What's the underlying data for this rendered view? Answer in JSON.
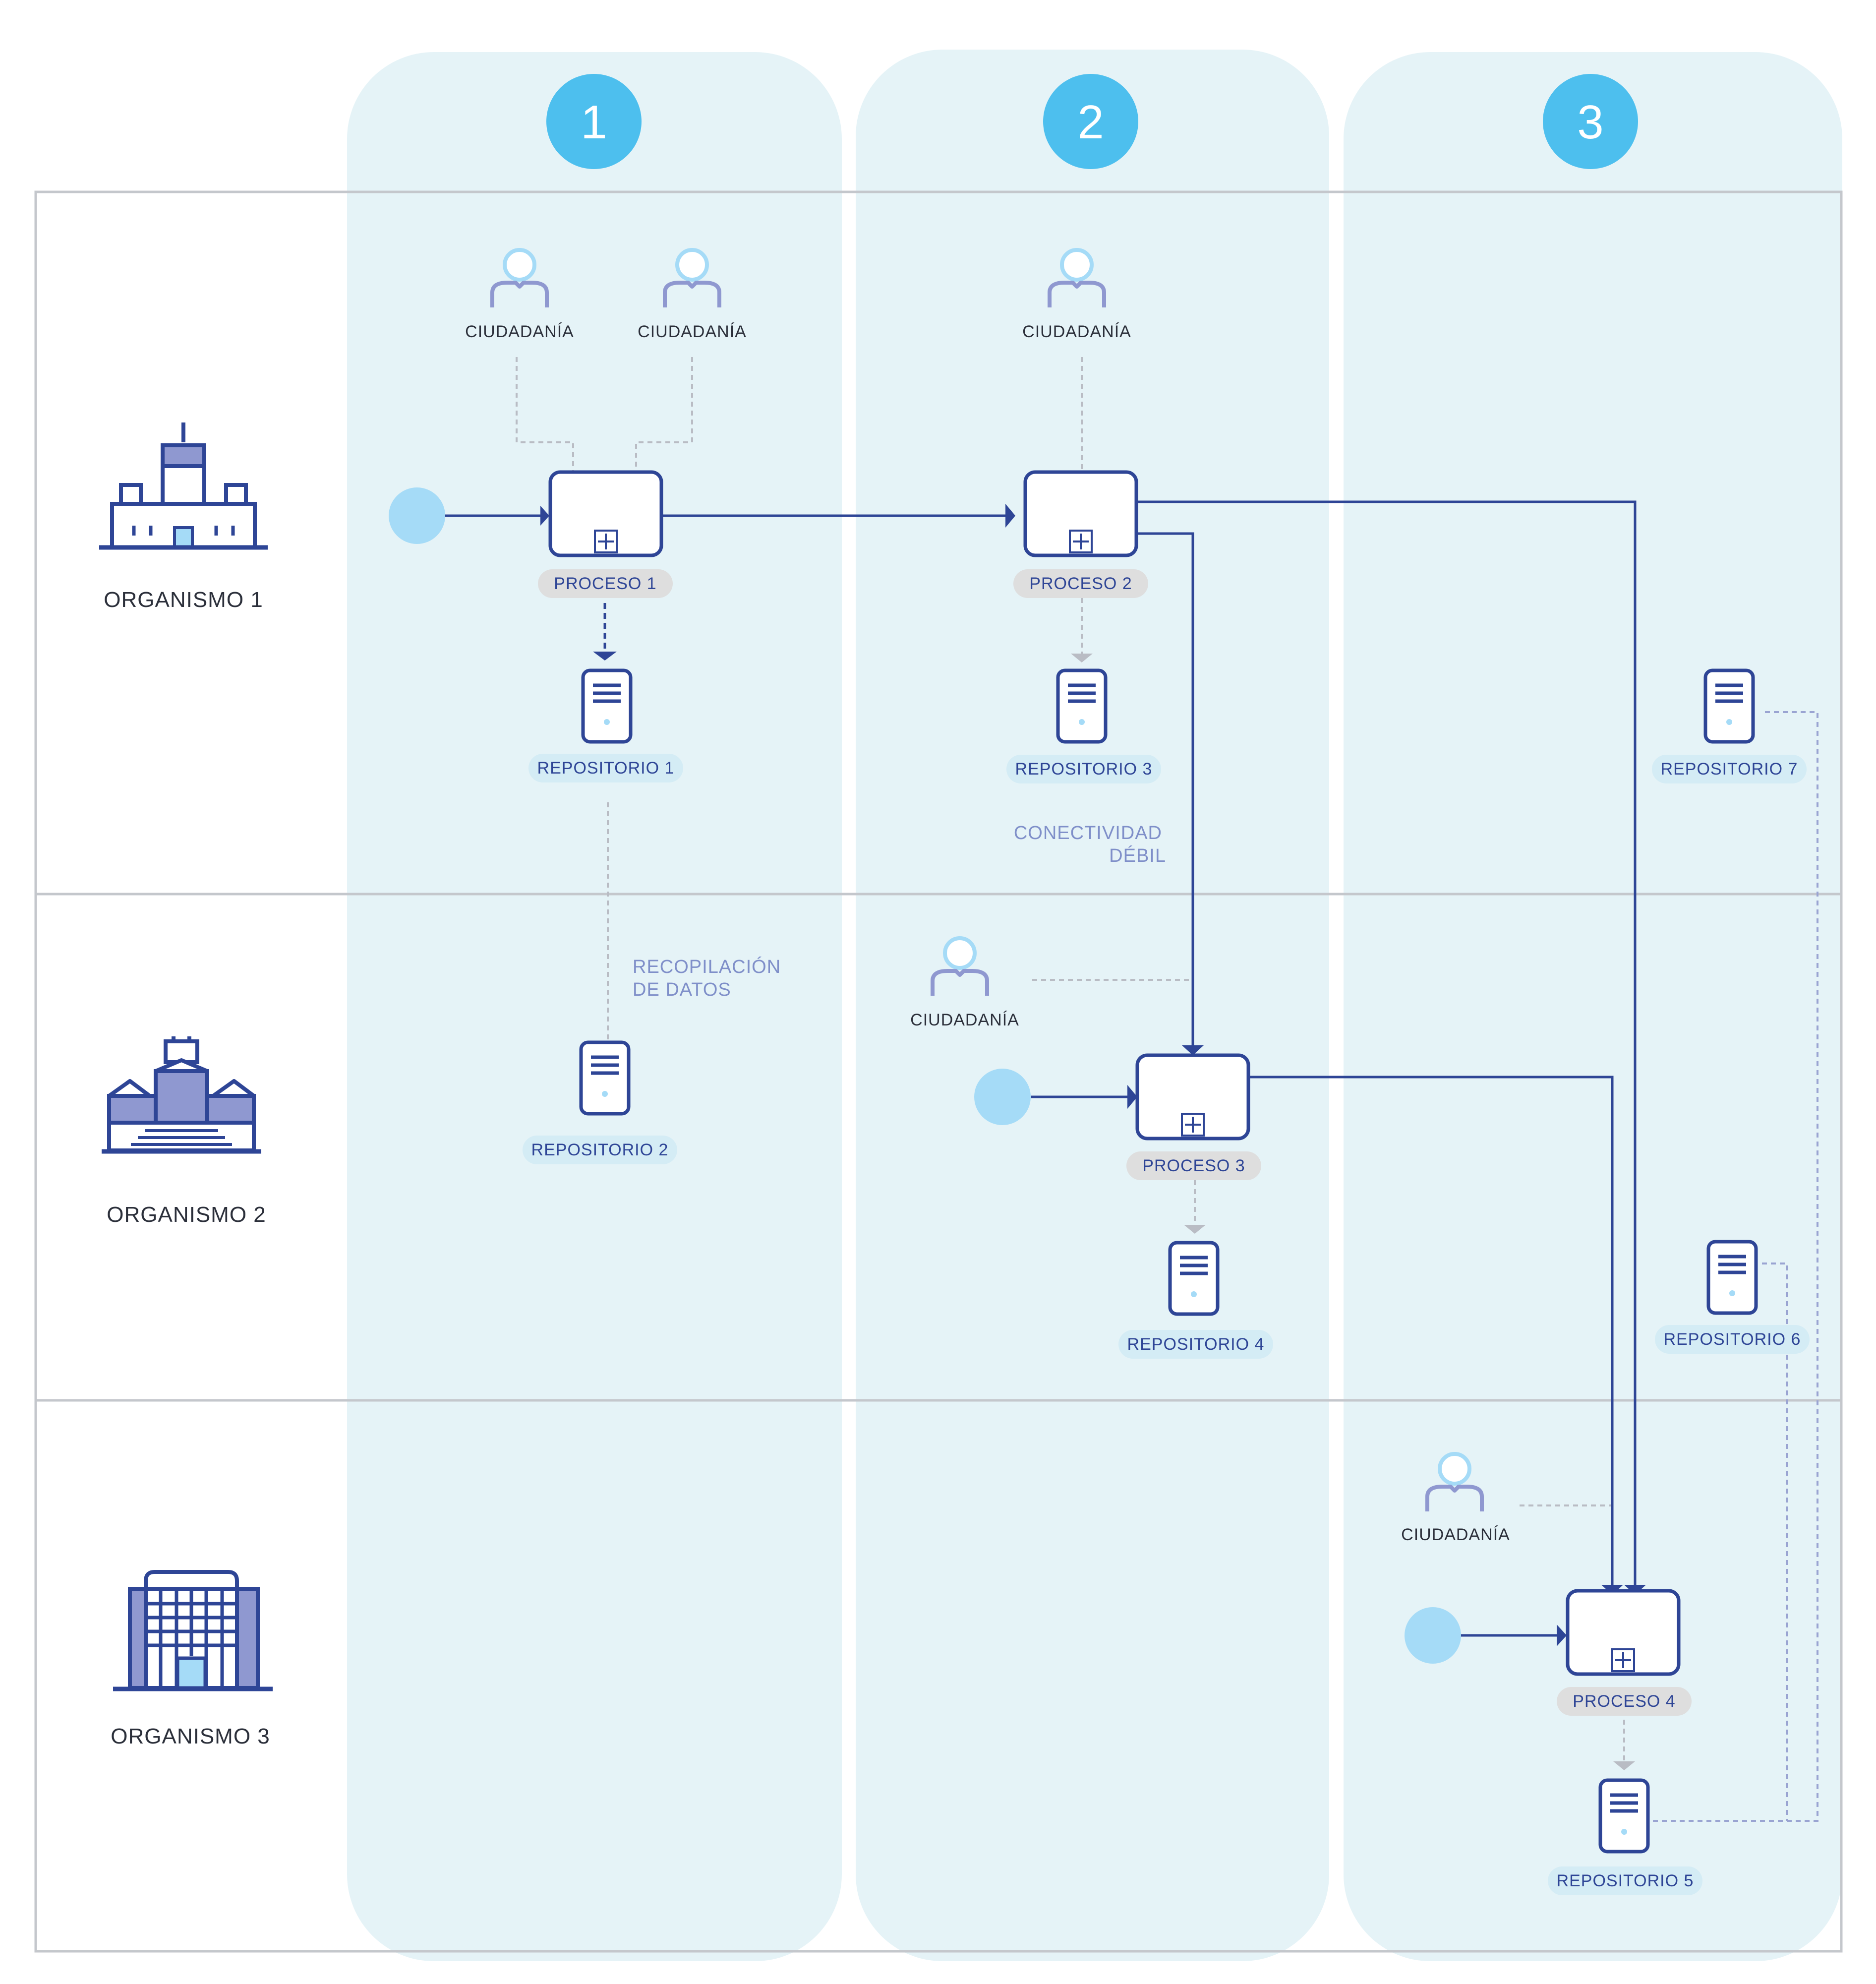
{
  "columns": [
    {
      "number": "1"
    },
    {
      "number": "2"
    },
    {
      "number": "3"
    }
  ],
  "organisms": [
    {
      "label": "ORGANISMO 1"
    },
    {
      "label": "ORGANISMO 2"
    },
    {
      "label": "ORGANISMO 3"
    }
  ],
  "citizens": [
    {
      "label": "CIUDADANÍA"
    },
    {
      "label": "CIUDADANÍA"
    },
    {
      "label": "CIUDADANÍA"
    },
    {
      "label": "CIUDADANÍA"
    },
    {
      "label": "CIUDADANÍA"
    }
  ],
  "processes": [
    {
      "label": "PROCESO 1"
    },
    {
      "label": "PROCESO 2"
    },
    {
      "label": "PROCESO 3"
    },
    {
      "label": "PROCESO 4"
    }
  ],
  "repositories": [
    {
      "label": "REPOSITORIO 1"
    },
    {
      "label": "REPOSITORIO 2"
    },
    {
      "label": "REPOSITORIO 3"
    },
    {
      "label": "REPOSITORIO 4"
    },
    {
      "label": "REPOSITORIO 5"
    },
    {
      "label": "REPOSITORIO 6"
    },
    {
      "label": "REPOSITORIO 7"
    }
  ],
  "notes": {
    "weak_connectivity": [
      "CONECTIVIDAD",
      "DÉBIL"
    ],
    "data_collection": [
      "RECOPILACIÓN",
      "DE DATOS"
    ]
  },
  "colors": {
    "column_bg": "#e5f3f7",
    "number_circle": "#4dbfee",
    "start_event": "#a5dbf7",
    "primary_line": "#2e4596",
    "icon_fill": "#8f98d0",
    "icon_accent": "#a5dbf7",
    "dotted_line": "#b9bcc4",
    "grid_line": "#c4c7cc",
    "process_pill": "#dedede",
    "repo_pill": "#d4ecf5",
    "note_text": "#7f8fc9"
  }
}
